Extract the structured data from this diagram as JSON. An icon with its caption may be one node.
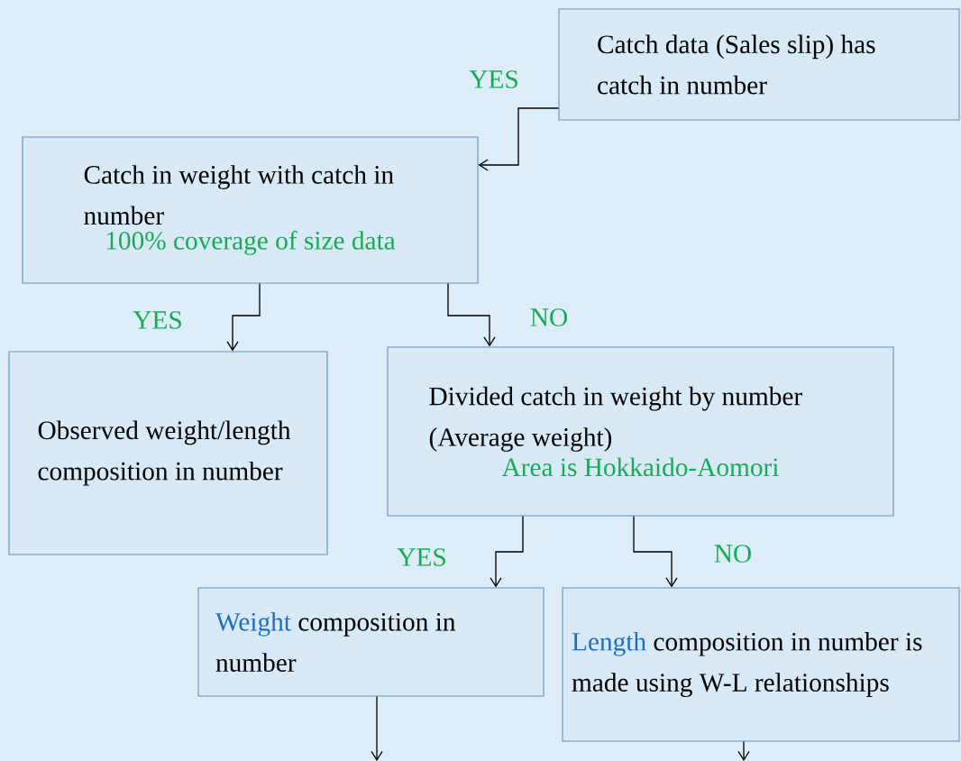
{
  "diagram": {
    "nodes": [
      {
        "text": [
          "Catch data (Sales slip) has catch in number"
        ]
      },
      {
        "text": [
          "Catch in weight with catch in number",
          "100% coverage of size data"
        ]
      },
      {
        "text": [
          "Observed weight/length composition in number"
        ]
      },
      {
        "text": [
          "Divided catch in weight by number (Average weight)",
          "Area is Hokkaido-Aomori"
        ]
      },
      {
        "text": [
          "Weight",
          "composition in number"
        ]
      },
      {
        "text": [
          "Length",
          "composition in number is made using W-L relationships"
        ]
      }
    ],
    "edges": [
      {
        "from": 0,
        "to": 1,
        "arrow": "to",
        "label": "YES"
      },
      {
        "from": 1,
        "to": 2,
        "arrow": "to",
        "label": "YES"
      },
      {
        "from": 1,
        "to": 3,
        "arrow": "to",
        "label": "NO"
      },
      {
        "from": 3,
        "to": 4,
        "arrow": "to",
        "label": "YES"
      },
      {
        "from": 3,
        "to": 5,
        "arrow": "to",
        "label": "NO"
      },
      {
        "from": 4,
        "to": null,
        "arrow": "to"
      },
      {
        "from": 5,
        "to": null,
        "arrow": "to"
      }
    ]
  }
}
